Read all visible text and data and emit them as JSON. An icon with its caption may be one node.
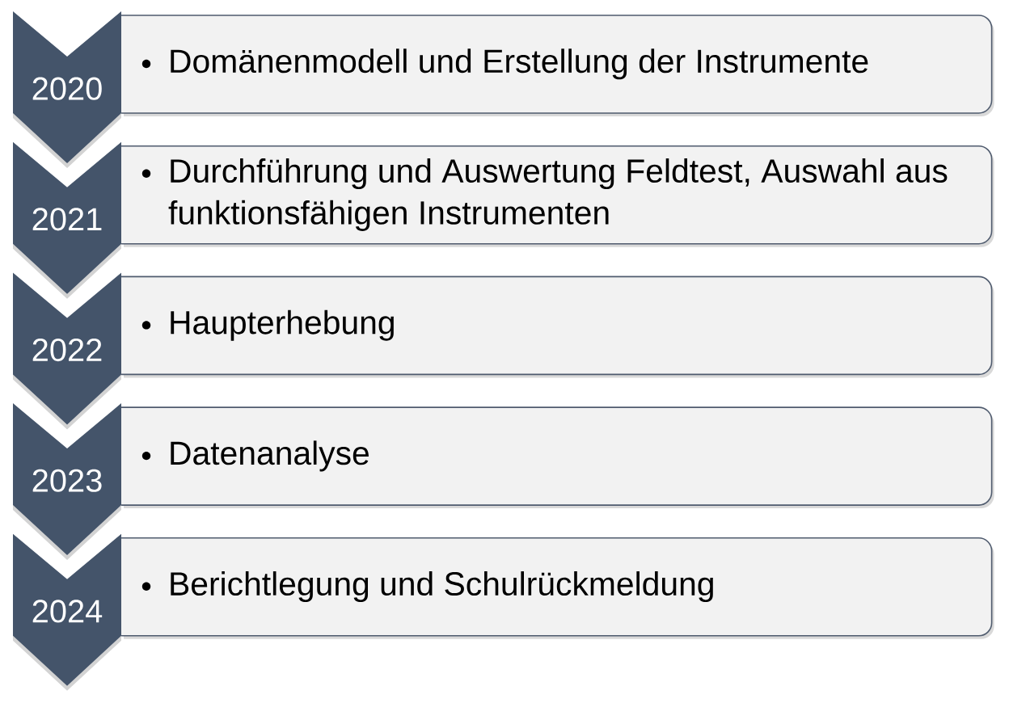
{
  "diagram": {
    "nodes": [
      {
        "text": [
          "2020"
        ]
      },
      {
        "text": [
          "Domänenmodell und Erstellung der Instrumente"
        ]
      },
      {
        "text": [
          "2021"
        ]
      },
      {
        "text": [
          "Durchführung und Auswertung Feldtest, Auswahl aus funktionsfähigen Instrumenten"
        ]
      },
      {
        "text": [
          "2022"
        ]
      },
      {
        "text": [
          "Haupterhebung"
        ]
      },
      {
        "text": [
          "2023"
        ]
      },
      {
        "text": [
          "Datenanalyse"
        ]
      },
      {
        "text": [
          "2024"
        ]
      },
      {
        "text": [
          "Berichtlegung und Schulrückmeldung"
        ]
      }
    ]
  }
}
